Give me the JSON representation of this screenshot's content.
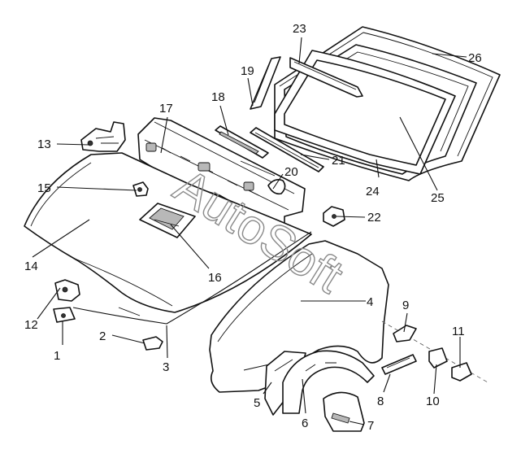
{
  "watermark": "AutoSoft",
  "callouts": [
    {
      "id": "c1",
      "label": "1"
    },
    {
      "id": "c2",
      "label": "2"
    },
    {
      "id": "c3",
      "label": "3"
    },
    {
      "id": "c4",
      "label": "4"
    },
    {
      "id": "c5",
      "label": "5"
    },
    {
      "id": "c6",
      "label": "6"
    },
    {
      "id": "c7",
      "label": "7"
    },
    {
      "id": "c8",
      "label": "8"
    },
    {
      "id": "c9",
      "label": "9"
    },
    {
      "id": "c10",
      "label": "10"
    },
    {
      "id": "c11",
      "label": "11"
    },
    {
      "id": "c12",
      "label": "12"
    },
    {
      "id": "c13",
      "label": "13"
    },
    {
      "id": "c14",
      "label": "14"
    },
    {
      "id": "c15",
      "label": "15"
    },
    {
      "id": "c16",
      "label": "16"
    },
    {
      "id": "c17",
      "label": "17"
    },
    {
      "id": "c18",
      "label": "18"
    },
    {
      "id": "c19",
      "label": "19"
    },
    {
      "id": "c20",
      "label": "20"
    },
    {
      "id": "c21",
      "label": "21"
    },
    {
      "id": "c22",
      "label": "22"
    },
    {
      "id": "c23",
      "label": "23"
    },
    {
      "id": "c24",
      "label": "24"
    },
    {
      "id": "c25",
      "label": "25"
    },
    {
      "id": "c26",
      "label": "26"
    }
  ]
}
